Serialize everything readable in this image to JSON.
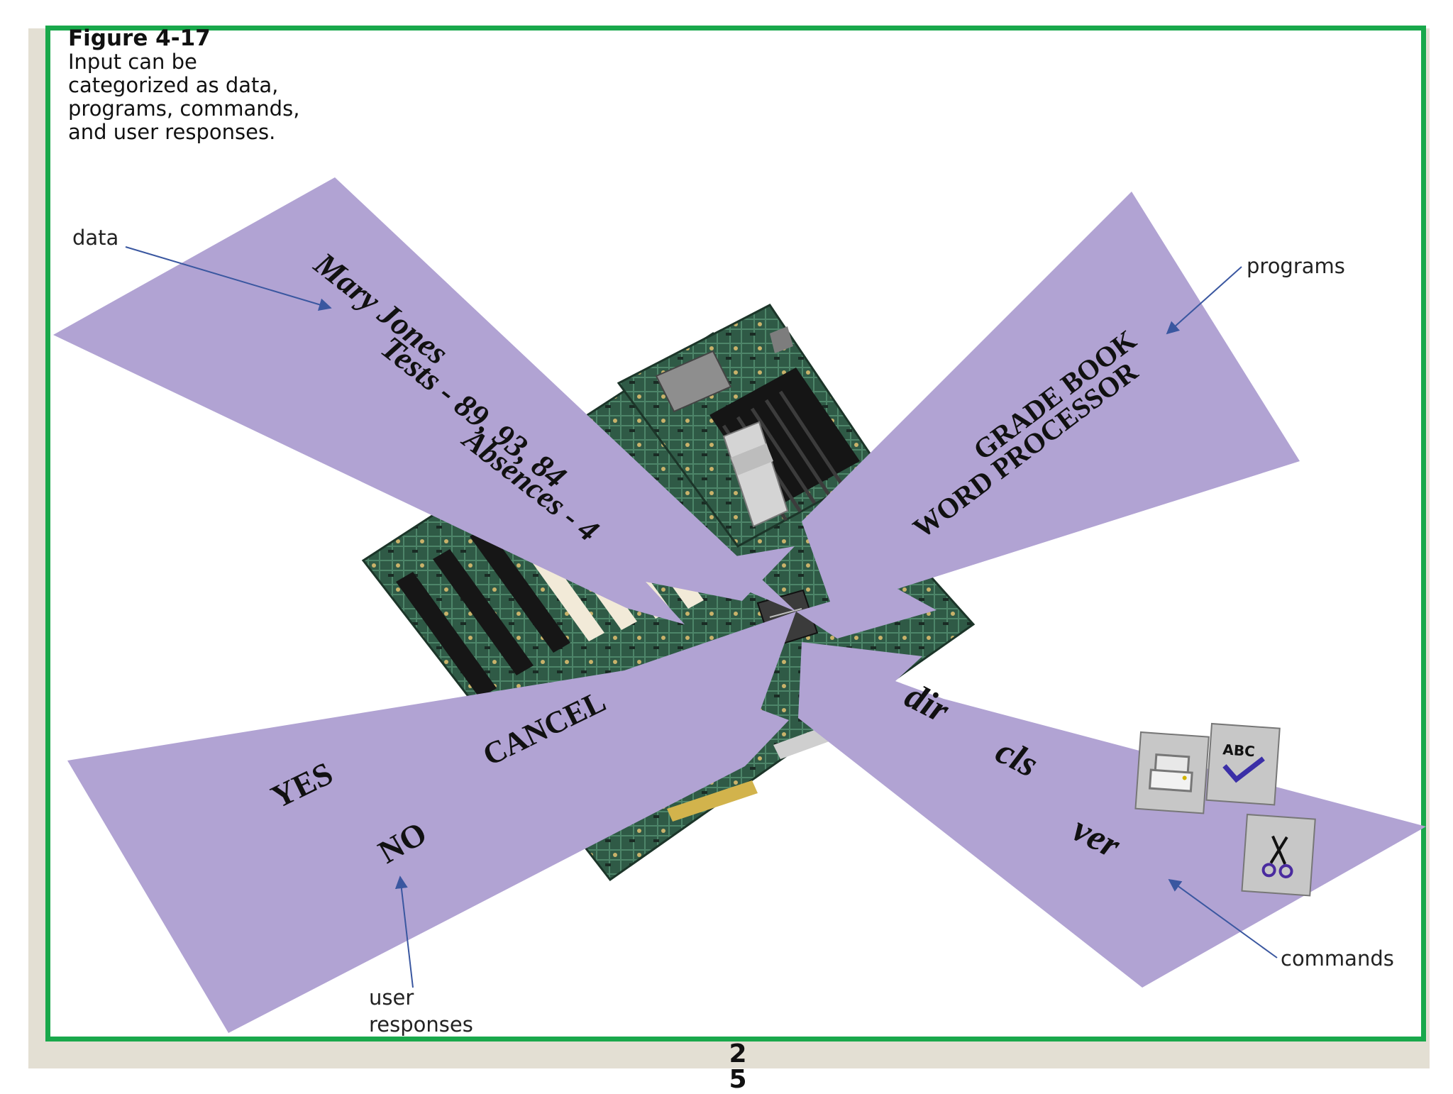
{
  "caption": {
    "figure_number": "Figure 4-17",
    "lines": [
      "Input can be",
      "categorized as data,",
      "programs, commands,",
      "and user responses."
    ]
  },
  "callouts": {
    "data": "data",
    "programs": "programs",
    "commands": "commands",
    "user_responses_line1": "user",
    "user_responses_line2": "responses"
  },
  "data_beam": {
    "line1": "Mary Jones",
    "line2": "Tests - 89, 93, 84",
    "line3": "Absences - 4"
  },
  "programs_beam": {
    "line1": "GRADE BOOK",
    "line2": "WORD PROCESSOR"
  },
  "commands_beam": {
    "line1": "dir",
    "line2": "cls",
    "line3": "ver",
    "icons": [
      "printer-icon",
      "spell-check-icon",
      "scissors-icon"
    ]
  },
  "responses_beam": {
    "yes": "YES",
    "cancel": "CANCEL",
    "no": "NO"
  },
  "page_number": [
    "2",
    "5"
  ],
  "colors": {
    "beam": "#b1a3d3",
    "frame": "#19a84b",
    "arrow": "#3a57a0",
    "band": "#e3dfd3"
  }
}
